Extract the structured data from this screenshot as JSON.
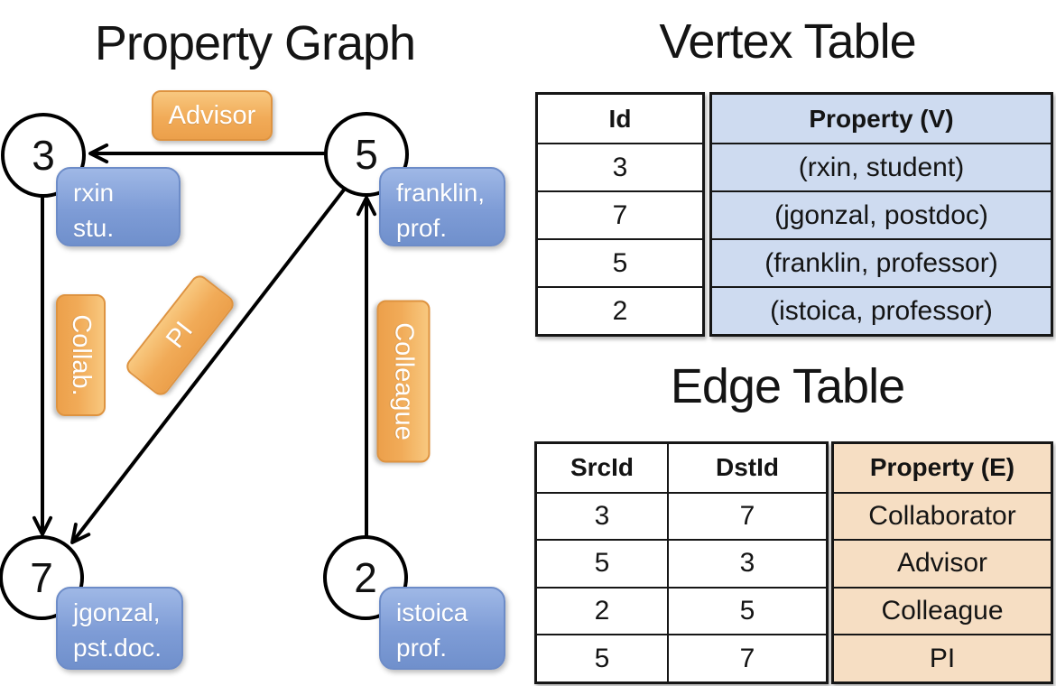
{
  "graph": {
    "title": "Property Graph",
    "nodes": [
      {
        "id": "3",
        "label_line1": "rxin",
        "label_line2": "stu."
      },
      {
        "id": "5",
        "label_line1": "franklin,",
        "label_line2": "prof."
      },
      {
        "id": "7",
        "label_line1": "jgonzal,",
        "label_line2": "pst.doc."
      },
      {
        "id": "2",
        "label_line1": "istoica",
        "label_line2": "prof."
      }
    ],
    "edge_labels": {
      "advisor": "Advisor",
      "collab": "Collab.",
      "pi": "PI",
      "colleague": "Colleague"
    }
  },
  "vertex_table": {
    "title": "Vertex Table",
    "columns": {
      "id": "Id",
      "property": "Property (V)"
    },
    "rows": [
      {
        "id": "3",
        "property": "(rxin, student)"
      },
      {
        "id": "7",
        "property": "(jgonzal, postdoc)"
      },
      {
        "id": "5",
        "property": "(franklin, professor)"
      },
      {
        "id": "2",
        "property": "(istoica, professor)"
      }
    ]
  },
  "edge_table": {
    "title": "Edge Table",
    "columns": {
      "src": "SrcId",
      "dst": "DstId",
      "property": "Property (E)"
    },
    "rows": [
      {
        "src": "3",
        "dst": "7",
        "property": "Collaborator"
      },
      {
        "src": "5",
        "dst": "3",
        "property": "Advisor"
      },
      {
        "src": "2",
        "dst": "5",
        "property": "Colleague"
      },
      {
        "src": "5",
        "dst": "7",
        "property": "PI"
      }
    ]
  },
  "colors": {
    "edge_label_fill_top": "#f8c87f",
    "edge_label_fill_bottom": "#eca04b",
    "edge_label_border": "#de9340",
    "vertex_label_fill_top": "#9fb8e6",
    "vertex_label_fill_bottom": "#7090cc",
    "vertex_label_border": "#6d8cc8",
    "vertex_table_cell_bg": "#cedbf0",
    "edge_table_cell_bg": "#f6dec3",
    "line_color": "#000000",
    "label_text": "#ffffff"
  }
}
